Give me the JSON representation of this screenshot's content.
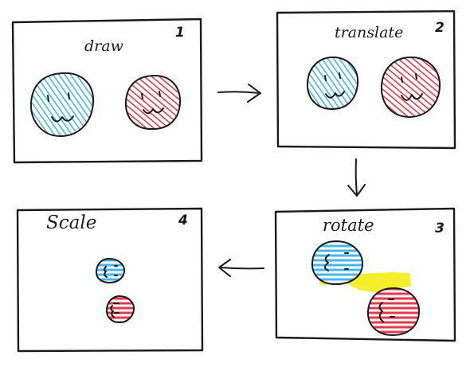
{
  "panels": [
    {
      "number": "1",
      "label": "draw"
    },
    {
      "number": "2",
      "label": "translate"
    },
    {
      "number": "3",
      "label": "rotate"
    },
    {
      "number": "4",
      "label": "Scale"
    }
  ],
  "colors": {
    "blue_face": "#46b6e6",
    "red_face": "#e23a4a",
    "highlight": "#f2ee18",
    "ink": "#1a1a1a"
  }
}
